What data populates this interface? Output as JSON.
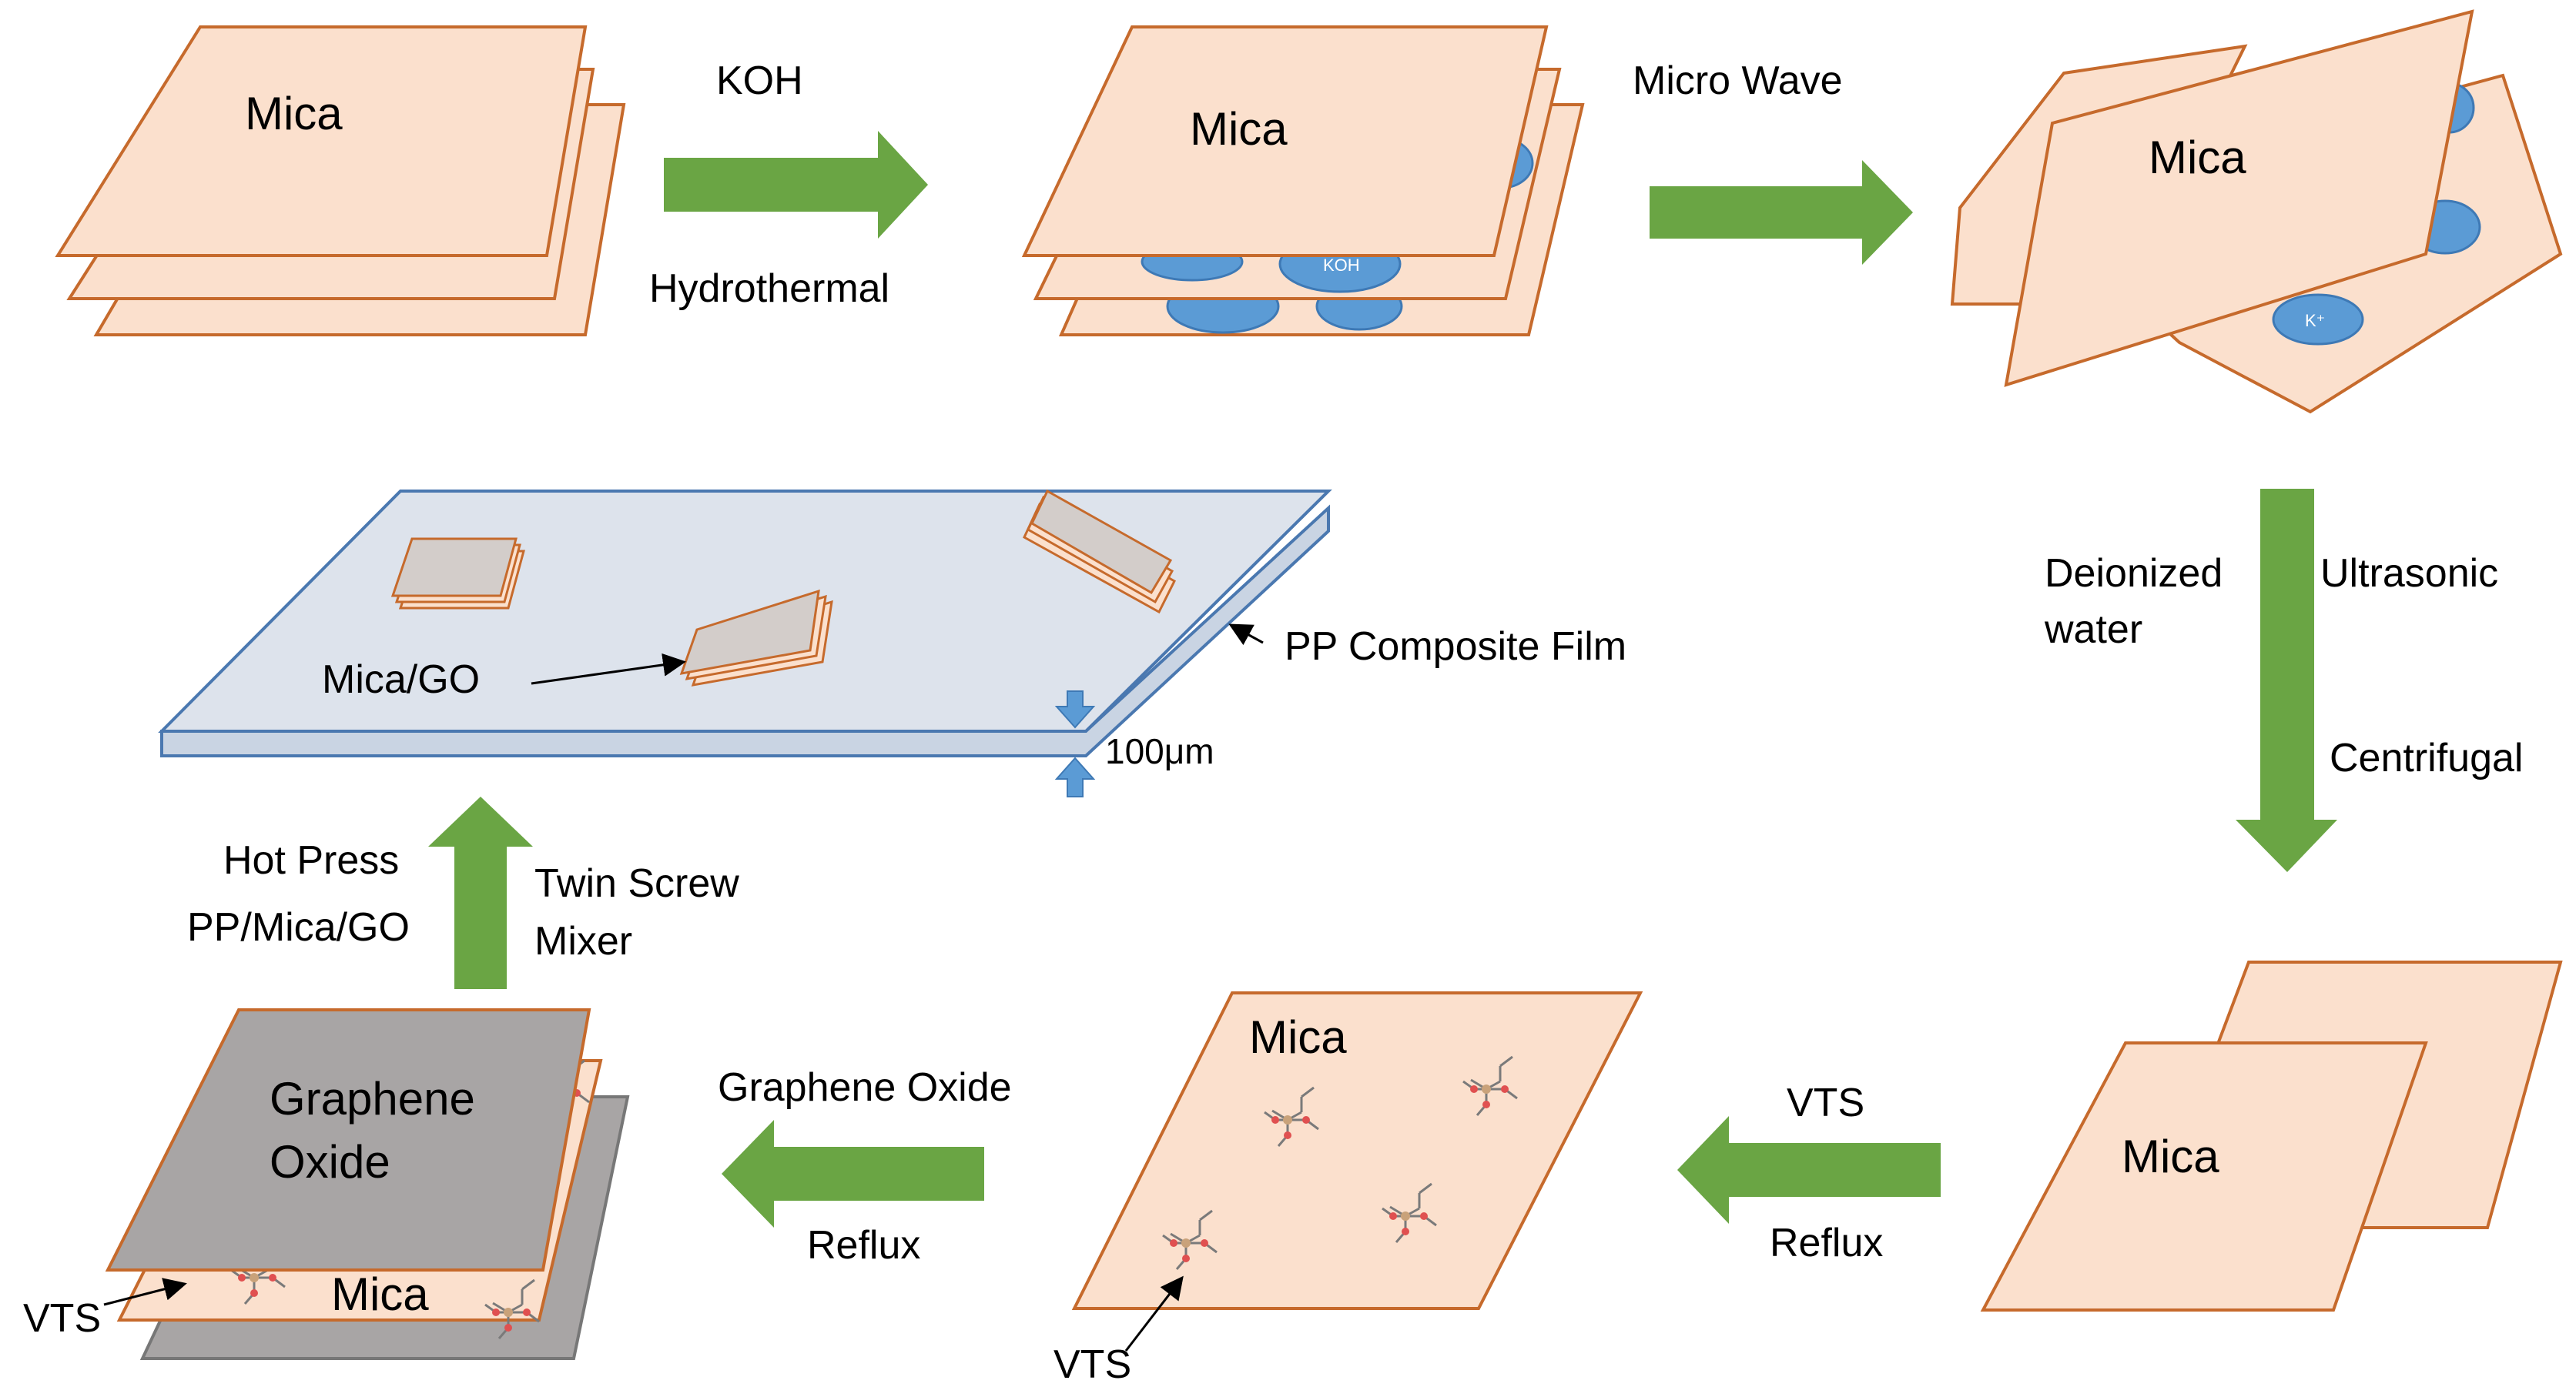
{
  "colors": {
    "mica_fill": "#fbe0cd",
    "mica_stroke": "#c66a2c",
    "ion_fill": "#5b9bd5",
    "arrow_green": "#6aa544",
    "film_fill": "#dde3ec",
    "film_stroke": "#4a78b0",
    "graphene_oxide_fill": "#a8a5a5"
  },
  "step1": {
    "mica_label": "Mica"
  },
  "arrow1": {
    "top_label": "KOH",
    "bottom_label": "Hydrothermal"
  },
  "step2": {
    "mica_label": "Mica",
    "koh_label": "KOH"
  },
  "arrow2": {
    "top_label": "Micro Wave"
  },
  "step3": {
    "mica_label": "Mica",
    "ion_label": "K⁺"
  },
  "arrow3": {
    "left_label_1": "Deionized",
    "left_label_2": "water",
    "right_label_1": "Ultrasonic",
    "right_label_2": "Centrifugal"
  },
  "step4": {
    "mica_label": "Mica"
  },
  "arrow4": {
    "top_label": "VTS",
    "bottom_label": "Reflux"
  },
  "step5": {
    "mica_label": "Mica",
    "vts_label": "VTS"
  },
  "arrow5": {
    "top_label": "Graphene Oxide",
    "bottom_label": "Reflux"
  },
  "step6": {
    "go_label_1": "Graphene",
    "go_label_2": "Oxide",
    "mica_label": "Mica",
    "vts_label": "VTS"
  },
  "arrow6": {
    "left_label_1": "Hot Press",
    "left_label_2": "PP/Mica/GO",
    "right_label_1": "Twin Screw",
    "right_label_2": "Mixer"
  },
  "film": {
    "film_label": "PP Composite Film",
    "particle_label": "Mica/GO",
    "thickness_label": "100μm"
  }
}
